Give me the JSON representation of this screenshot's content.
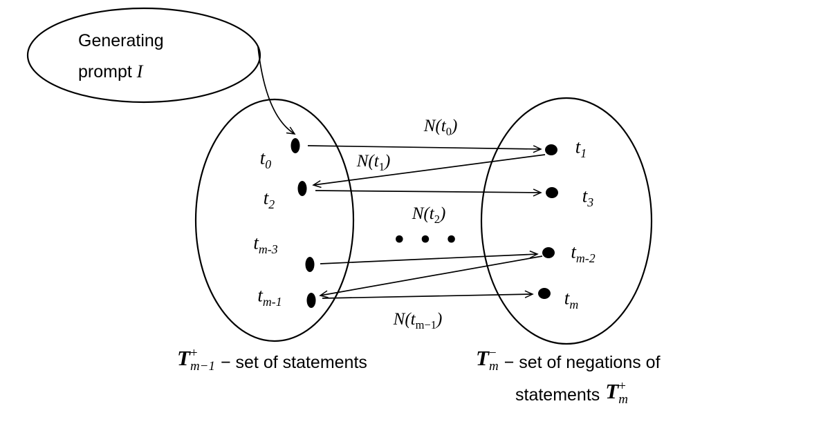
{
  "colors": {
    "ink": "#000000",
    "background": "#ffffff"
  },
  "generator": {
    "line1": "Generating",
    "line2_prefix": "prompt ",
    "line2_var": "I"
  },
  "left_set": {
    "nodes": [
      {
        "base": "t",
        "sub": "0"
      },
      {
        "base": "t",
        "sub": "2"
      },
      {
        "base": "t",
        "sub": "m-3"
      },
      {
        "base": "t",
        "sub": "m-1"
      }
    ],
    "caption": {
      "symbol": "T",
      "sup": "+",
      "sub": "m−1",
      "rest": "− set of statements"
    }
  },
  "right_set": {
    "nodes": [
      {
        "base": "t",
        "sub": "1"
      },
      {
        "base": "t",
        "sub": "3"
      },
      {
        "base": "t",
        "sub": "m-2"
      },
      {
        "base": "t",
        "sub": "m"
      }
    ],
    "caption_line1": {
      "symbol": "T",
      "sup": "−",
      "sub": "m",
      "rest": "− set of negations of"
    },
    "caption_line2": {
      "prefix": "statements ",
      "symbol": "T",
      "sup": "+",
      "sub": "m"
    }
  },
  "edge_labels": [
    {
      "prefix": "N(t",
      "sub": "0",
      "suffix": ")"
    },
    {
      "prefix": "N(t",
      "sub": "1",
      "suffix": ")"
    },
    {
      "prefix": "N(t",
      "sub": "2",
      "suffix": ")"
    },
    {
      "prefix": "N(t",
      "sub": "m−1",
      "suffix": ")"
    }
  ],
  "ellipsis": "• • •",
  "edges": [
    {
      "from": "generating-prompt",
      "to": "t0",
      "label": ""
    },
    {
      "from": "t0",
      "to": "t1",
      "label": "N(t0)"
    },
    {
      "from": "t1",
      "to": "t2",
      "label": "N(t1)"
    },
    {
      "from": "t2",
      "to": "t3",
      "label": "N(t2)"
    },
    {
      "from": "tm-3",
      "to": "tm-2",
      "label": ""
    },
    {
      "from": "tm-2",
      "to": "tm-1",
      "label": ""
    },
    {
      "from": "tm-1",
      "to": "tm",
      "label": "N(tm-1)"
    }
  ]
}
